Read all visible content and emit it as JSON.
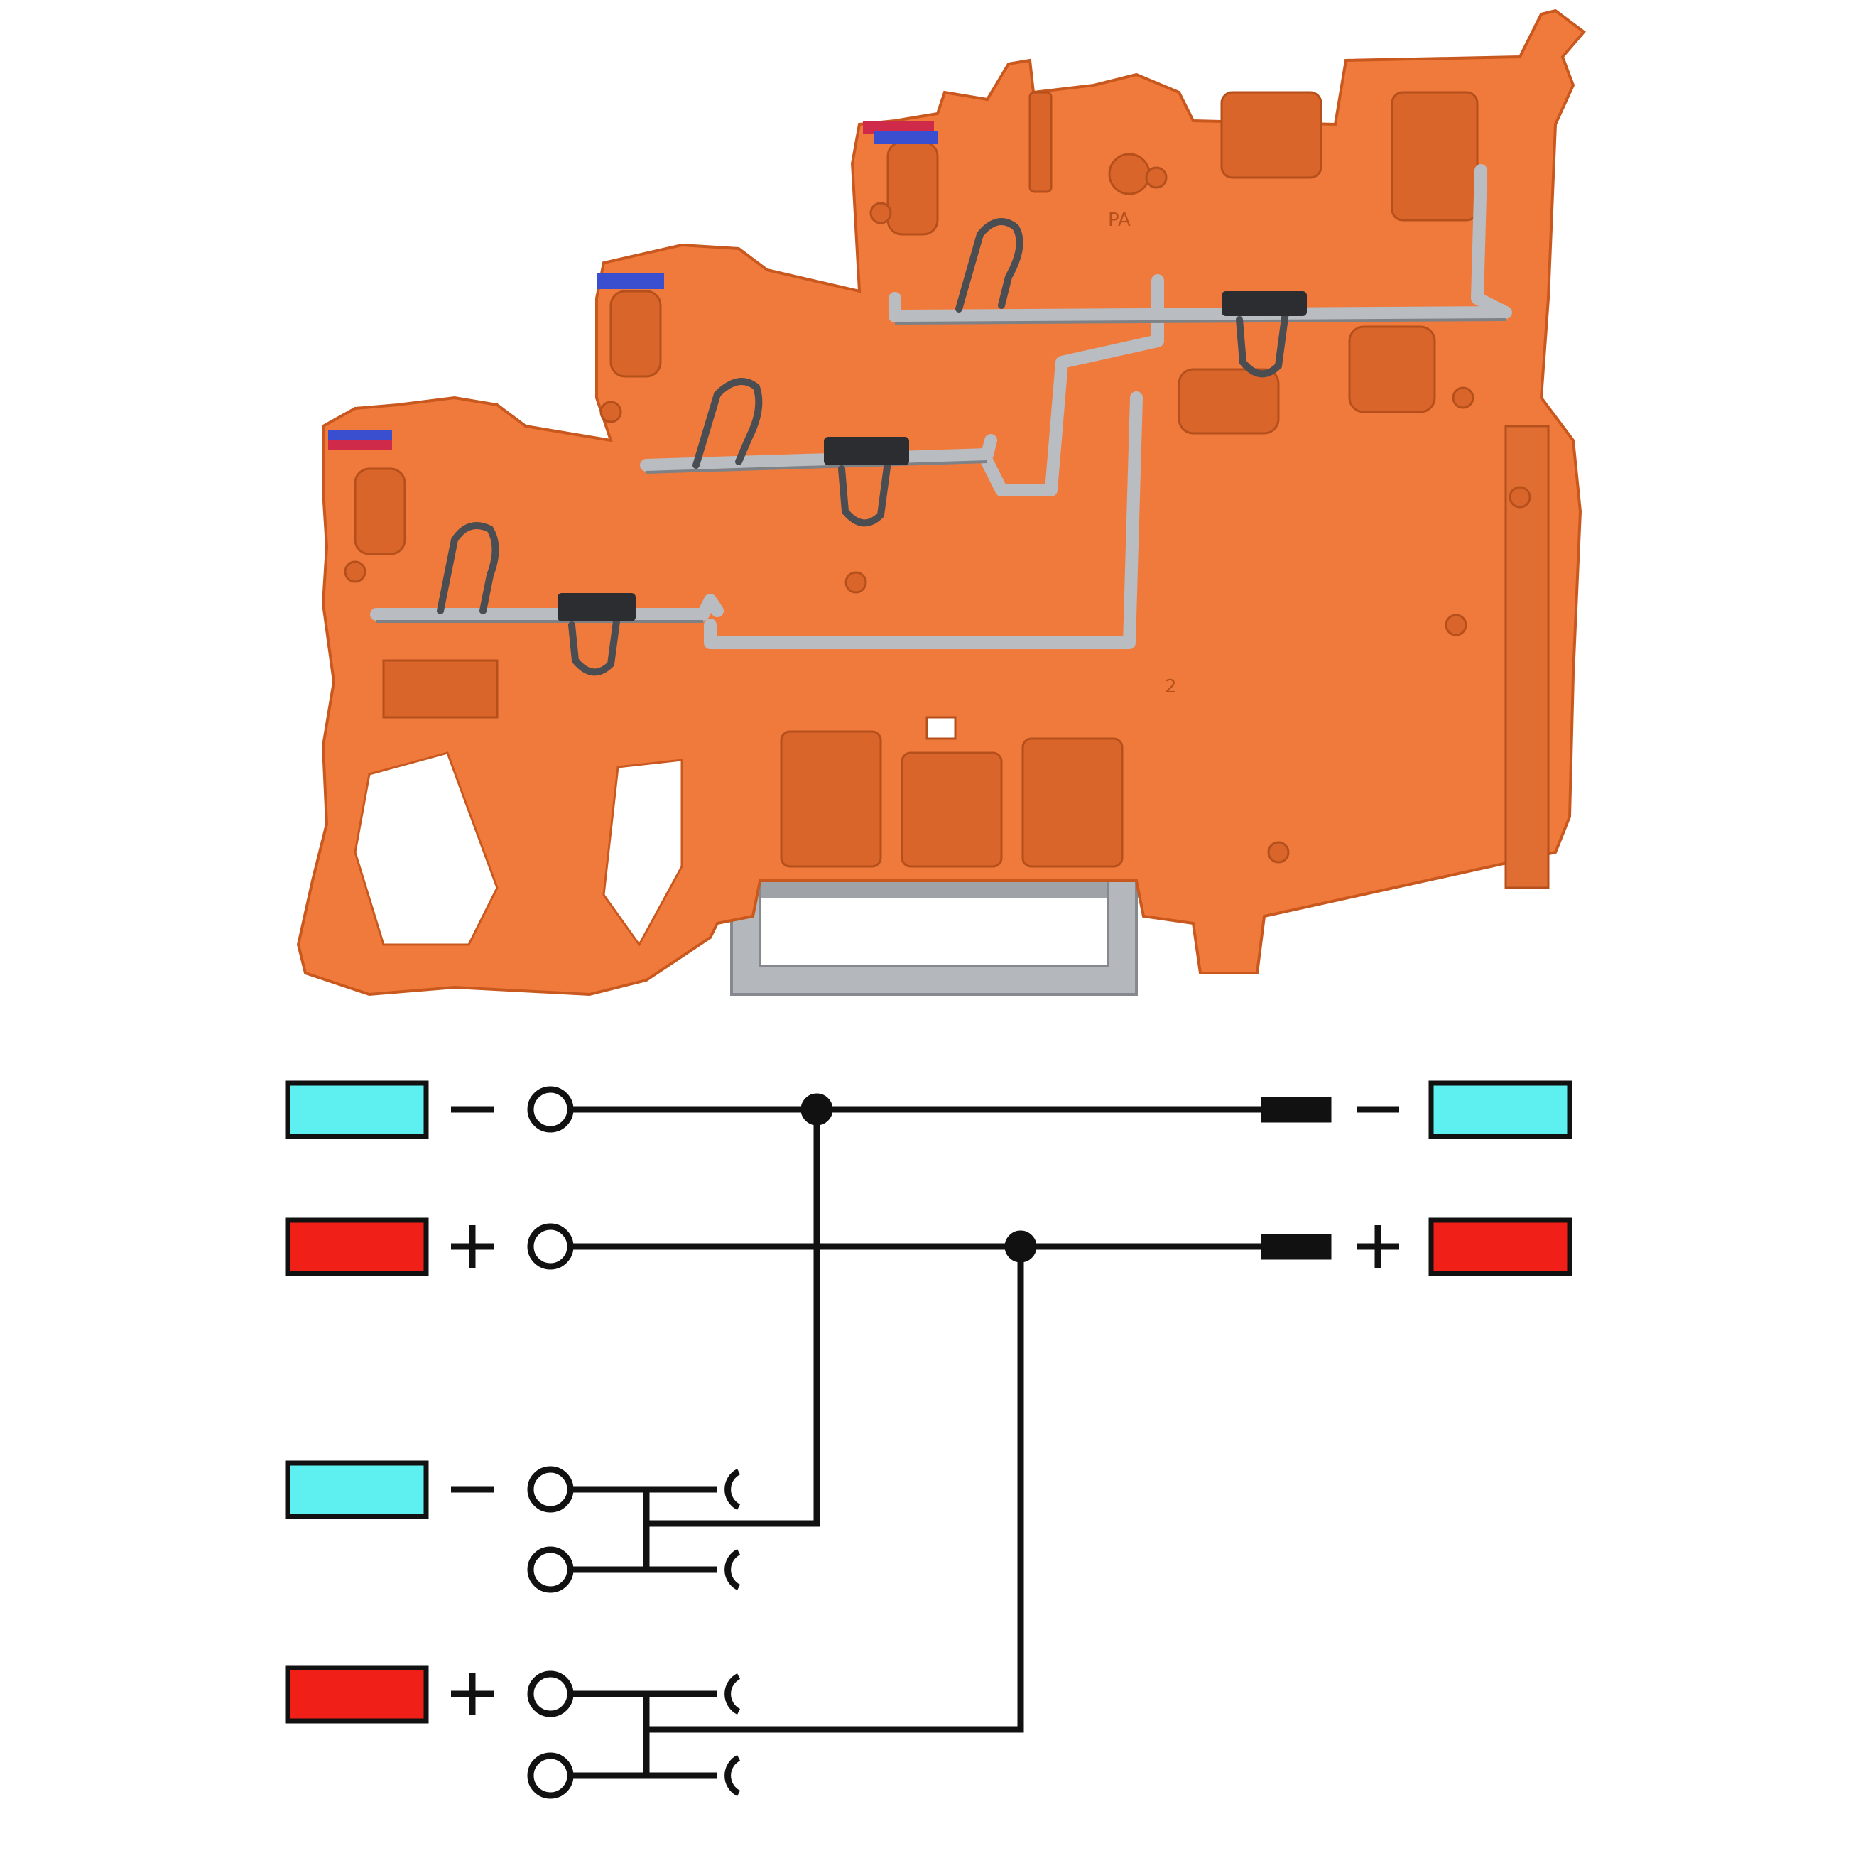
{
  "product": {
    "body_color": "#f07a3c",
    "body_shade": "#d9652a",
    "metal_color": "#b9bcc0",
    "rail_color": "#a9abaf",
    "rail_marking": "PA",
    "level_marking": "2"
  },
  "schematic": {
    "minus_color": "#5ef0f0",
    "plus_color": "#f01f17",
    "line_color": "#111111",
    "rows": [
      {
        "side": "left",
        "polarity": "minus",
        "sign": "−"
      },
      {
        "side": "left",
        "polarity": "plus",
        "sign": "+"
      },
      {
        "side": "left",
        "polarity": "minus",
        "sign": "−"
      },
      {
        "side": "left",
        "polarity": "plus",
        "sign": "+"
      }
    ],
    "outputs": [
      {
        "side": "right",
        "polarity": "minus",
        "sign": "−"
      },
      {
        "side": "right",
        "polarity": "plus",
        "sign": "+"
      }
    ]
  }
}
